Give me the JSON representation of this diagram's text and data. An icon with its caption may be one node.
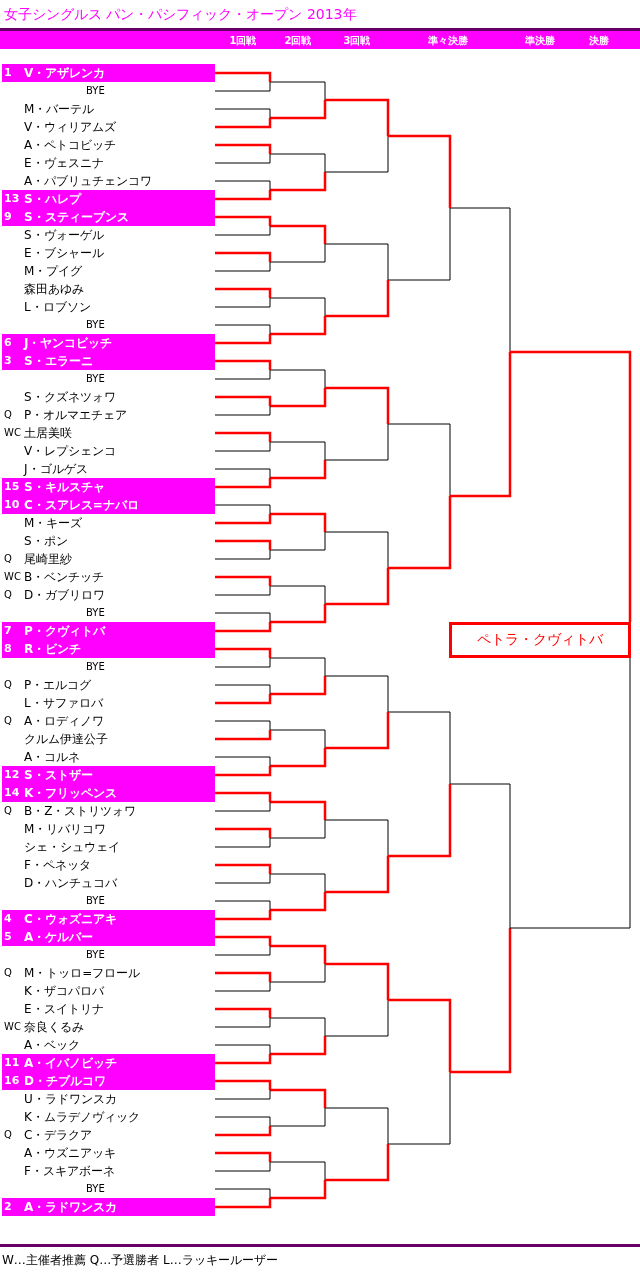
{
  "diagram": {
    "title": "女子シングルス パン・パシフィック・オープン 2013年",
    "nodes": [
      {
        "text": [
          "1",
          "V・アザレンカ"
        ]
      },
      {
        "text": [
          "BYE"
        ]
      },
      {
        "text": [
          "M・バーテル"
        ]
      },
      {
        "text": [
          "V・ウィリアムズ"
        ]
      },
      {
        "text": [
          "A・ペトコビッチ"
        ]
      },
      {
        "text": [
          "E・ヴェスニナ"
        ]
      },
      {
        "text": [
          "A・パブリュチェンコワ"
        ]
      },
      {
        "text": [
          "13",
          "S・ハレプ"
        ]
      },
      {
        "text": [
          "9",
          "S・スティーブンス"
        ]
      },
      {
        "text": [
          "S・ヴォーゲル"
        ]
      },
      {
        "text": [
          "E・ブシャール"
        ]
      },
      {
        "text": [
          "M・プイグ"
        ]
      },
      {
        "text": [
          "森田あゆみ"
        ]
      },
      {
        "text": [
          "L・ロブソン"
        ]
      },
      {
        "text": [
          "BYE"
        ]
      },
      {
        "text": [
          "6",
          "J・ヤンコビッチ"
        ]
      },
      {
        "text": [
          "3",
          "S・エラーニ"
        ]
      },
      {
        "text": [
          "BYE"
        ]
      },
      {
        "text": [
          "S・クズネツォワ"
        ]
      },
      {
        "text": [
          "Q",
          "P・オルマエチェア"
        ]
      },
      {
        "text": [
          "WC",
          "土居美咲"
        ]
      },
      {
        "text": [
          "V・レプシェンコ"
        ]
      },
      {
        "text": [
          "J・ゴルゲス"
        ]
      },
      {
        "text": [
          "15",
          "S・キルスチャ"
        ]
      },
      {
        "text": [
          "10",
          "C・スアレス=ナバロ"
        ]
      },
      {
        "text": [
          "M・キーズ"
        ]
      },
      {
        "text": [
          "S・ポン"
        ]
      },
      {
        "text": [
          "Q",
          "尾崎里紗"
        ]
      },
      {
        "text": [
          "WC",
          "B・ベンチッチ"
        ]
      },
      {
        "text": [
          "Q",
          "D・ガブリロワ"
        ]
      },
      {
        "text": [
          "BYE"
        ]
      },
      {
        "text": [
          "7",
          "P・クヴィトバ"
        ]
      },
      {
        "text": [
          "8",
          "R・ビンチ"
        ]
      },
      {
        "text": [
          "BYE"
        ]
      },
      {
        "text": [
          "Q",
          "P・エルコグ"
        ]
      },
      {
        "text": [
          "L・サファロバ"
        ]
      },
      {
        "text": [
          "Q",
          "A・ロディノワ"
        ]
      },
      {
        "text": [
          "クルム伊達公子"
        ]
      },
      {
        "text": [
          "A・コルネ"
        ]
      },
      {
        "text": [
          "12",
          "S・ストザー"
        ]
      },
      {
        "text": [
          "14",
          "K・フリッペンス"
        ]
      },
      {
        "text": [
          "Q",
          "B・Z・ストリツォワ"
        ]
      },
      {
        "text": [
          "M・リバリコワ"
        ]
      },
      {
        "text": [
          "シェ・シュウェイ"
        ]
      },
      {
        "text": [
          "F・ペネッタ"
        ]
      },
      {
        "text": [
          "D・ハンチュコバ"
        ]
      },
      {
        "text": [
          "BYE"
        ]
      },
      {
        "text": [
          "4",
          "C・ウォズニアキ"
        ]
      },
      {
        "text": [
          "5",
          "A・ケルバー"
        ]
      },
      {
        "text": [
          "BYE"
        ]
      },
      {
        "text": [
          "Q",
          "M・トッロ=フロール"
        ]
      },
      {
        "text": [
          "K・ザコパロバ"
        ]
      },
      {
        "text": [
          "E・スイトリナ"
        ]
      },
      {
        "text": [
          "WC",
          "奈良くるみ"
        ]
      },
      {
        "text": [
          "A・ベック"
        ]
      },
      {
        "text": [
          "11",
          "A・イバノビッチ"
        ]
      },
      {
        "text": [
          "16",
          "D・チブルコワ"
        ]
      },
      {
        "text": [
          "U・ラドワンスカ"
        ]
      },
      {
        "text": [
          "K・ムラデノヴィック"
        ]
      },
      {
        "text": [
          "Q",
          "C・デラクア"
        ]
      },
      {
        "text": [
          "A・ウズニアッキ"
        ]
      },
      {
        "text": [
          "F・スキアボーネ"
        ]
      },
      {
        "text": [
          "BYE"
        ]
      },
      {
        "text": [
          "2",
          "A・ラドワンスカ"
        ]
      },
      {
        "text": [
          "ペトラ・クヴィトバ"
        ]
      }
    ],
    "edges": [
      {
        "from": 0,
        "to": null,
        "arrow": "none"
      },
      {
        "from": 1,
        "to": null,
        "arrow": "none",
        "color": "#000000"
      },
      {
        "from": 2,
        "to": null,
        "arrow": "none",
        "color": "#000000"
      },
      {
        "from": 3,
        "to": null,
        "arrow": "none"
      },
      {
        "from": 4,
        "to": null,
        "arrow": "none"
      },
      {
        "from": 5,
        "to": null,
        "arrow": "none",
        "color": "#000000"
      },
      {
        "from": 6,
        "to": null,
        "arrow": "none",
        "color": "#000000"
      },
      {
        "from": 7,
        "to": null,
        "arrow": "none"
      },
      {
        "from": 8,
        "to": null,
        "arrow": "none"
      },
      {
        "from": 9,
        "to": null,
        "arrow": "none",
        "color": "#000000"
      },
      {
        "from": 10,
        "to": null,
        "arrow": "none"
      },
      {
        "from": 11,
        "to": null,
        "arrow": "none",
        "color": "#000000"
      },
      {
        "from": 12,
        "to": null,
        "arrow": "none"
      },
      {
        "from": 13,
        "to": null,
        "arrow": "none",
        "color": "#000000"
      },
      {
        "from": 14,
        "to": null,
        "arrow": "none",
        "color": "#000000"
      },
      {
        "from": 15,
        "to": null,
        "arrow": "none"
      },
      {
        "from": 16,
        "to": null,
        "arrow": "none"
      },
      {
        "from": 17,
        "to": null,
        "arrow": "none",
        "color": "#000000"
      },
      {
        "from": 18,
        "to": null,
        "arrow": "none"
      },
      {
        "from": 19,
        "to": null,
        "arrow": "none",
        "color": "#000000"
      },
      {
        "from": 20,
        "to": null,
        "arrow": "none"
      },
      {
        "from": 21,
        "to": null,
        "arrow": "none",
        "color": "#000000"
      },
      {
        "from": 22,
        "to": null,
        "arrow": "none",
        "color": "#000000"
      },
      {
        "from": 23,
        "to": null,
        "arrow": "none"
      },
      {
        "from": 24,
        "to": null,
        "arrow": "none",
        "color": "#000000"
      },
      {
        "from": 25,
        "to": null,
        "arrow": "none"
      },
      {
        "from": 26,
        "to": null,
        "arrow": "none"
      },
      {
        "from": 27,
        "to": null,
        "arrow": "none",
        "color": "#000000"
      },
      {
        "from": 28,
        "to": null,
        "arrow": "none"
      },
      {
        "from": 29,
        "to": null,
        "arrow": "none",
        "color": "#000000"
      },
      {
        "from": 30,
        "to": null,
        "arrow": "none",
        "color": "#000000"
      },
      {
        "from": 31,
        "to": null,
        "arrow": "none"
      },
      {
        "from": 32,
        "to": null,
        "arrow": "none"
      },
      {
        "from": 33,
        "to": null,
        "arrow": "none",
        "color": "#000000"
      },
      {
        "from": 34,
        "to": null,
        "arrow": "none",
        "color": "#000000"
      },
      {
        "from": 35,
        "to": null,
        "arrow": "none"
      },
      {
        "from": 36,
        "to": null,
        "arrow": "none",
        "color": "#000000"
      },
      {
        "from": 37,
        "to": null,
        "arrow": "none"
      },
      {
        "from": 38,
        "to": null,
        "arrow": "none",
        "color": "#000000"
      },
      {
        "from": 39,
        "to": null,
        "arrow": "none"
      },
      {
        "from": 40,
        "to": null,
        "arrow": "none"
      },
      {
        "from": 41,
        "to": null,
        "arrow": "none",
        "color": "#000000"
      },
      {
        "from": 42,
        "to": null,
        "arrow": "none"
      },
      {
        "from": 43,
        "to": null,
        "arrow": "none",
        "color": "#000000"
      },
      {
        "from": 44,
        "to": null,
        "arrow": "none"
      },
      {
        "from": 45,
        "to": null,
        "arrow": "none",
        "color": "#000000"
      },
      {
        "from": 46,
        "to": null,
        "arrow": "none",
        "color": "#000000"
      },
      {
        "from": 47,
        "to": null,
        "arrow": "none"
      },
      {
        "from": 48,
        "to": null,
        "arrow": "none"
      },
      {
        "from": 49,
        "to": null,
        "arrow": "none",
        "color": "#000000"
      },
      {
        "from": 50,
        "to": null,
        "arrow": "none"
      },
      {
        "from": 51,
        "to": null,
        "arrow": "none",
        "color": "#000000"
      },
      {
        "from": 52,
        "to": null,
        "arrow": "none"
      },
      {
        "from": 53,
        "to": null,
        "arrow": "none",
        "color": "#000000"
      },
      {
        "from": 54,
        "to": null,
        "arrow": "none",
        "color": "#000000"
      },
      {
        "from": 55,
        "to": null,
        "arrow": "none"
      },
      {
        "from": 56,
        "to": null,
        "arrow": "none"
      },
      {
        "from": 57,
        "to": null,
        "arrow": "none",
        "color": "#000000"
      },
      {
        "from": 58,
        "to": null,
        "arrow": "none",
        "color": "#000000"
      },
      {
        "from": 59,
        "to": null,
        "arrow": "none"
      },
      {
        "from": 60,
        "to": null,
        "arrow": "none"
      },
      {
        "from": 61,
        "to": null,
        "arrow": "none",
        "color": "#000000"
      },
      {
        "from": 62,
        "to": null,
        "arrow": "none",
        "color": "#000000"
      },
      {
        "from": 63,
        "to": null,
        "arrow": "none"
      },
      {
        "from": null,
        "to": 64,
        "arrow": "none"
      },
      {
        "from": null,
        "to": 64,
        "arrow": "none",
        "color": "#000000"
      }
    ],
    "labels": [
      "1回戦",
      "2回戦",
      "3回戦",
      "準々決勝",
      "準決勝",
      "決勝",
      "W…主催者推薦 Q…予選勝者 L…ラッキールーザー"
    ]
  }
}
